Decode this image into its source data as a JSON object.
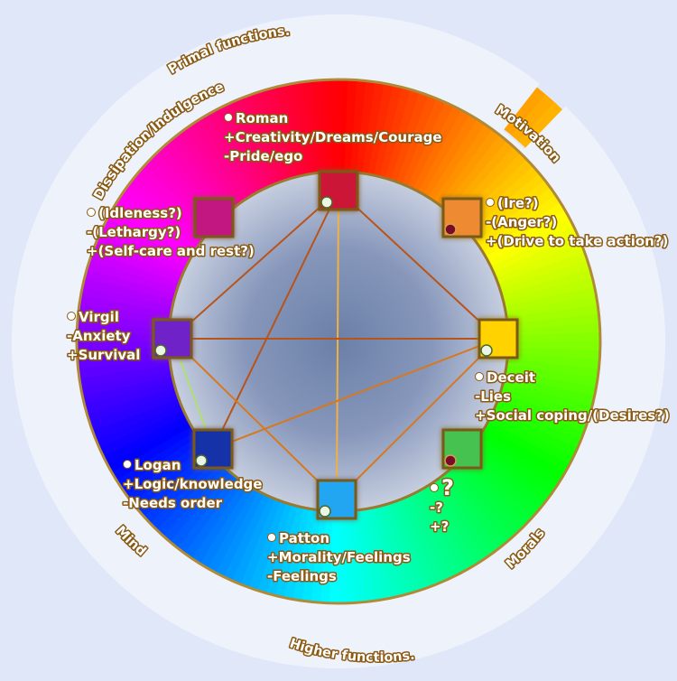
{
  "ring_labels": {
    "top": "Primal functions.",
    "top_left": "Dissipation/Indulgence",
    "top_right": "Motivation",
    "bottom_left": "Mind",
    "bottom_right": "Morals",
    "bottom": "Higher functions."
  },
  "nodes": [
    {
      "id": "roman",
      "color": "#cc1238",
      "dot": "light",
      "lines": [
        "Roman",
        "+Creativity/Dreams/Courage",
        "-Pride/ego"
      ]
    },
    {
      "id": "ire",
      "color": "#ee8a30",
      "dot": "dark",
      "lines": [
        "(Ire?)",
        "-(Anger?)",
        "+(Drive to take action?)"
      ]
    },
    {
      "id": "deceit",
      "color": "#ffd200",
      "dot": "light",
      "lines": [
        "Deceit",
        "-Lies",
        "+Social coping/(Desires?)"
      ]
    },
    {
      "id": "unknown",
      "color": "#44c250",
      "dot": "dark",
      "lines": [
        "?",
        "-?",
        "+?"
      ]
    },
    {
      "id": "patton",
      "color": "#24a6f2",
      "dot": "light",
      "lines": [
        "Patton",
        "+Morality/Feelings",
        "-Feelings"
      ]
    },
    {
      "id": "logan",
      "color": "#1632a8",
      "dot": "light",
      "lines": [
        "Logan",
        "+Logic/knowledge",
        "-Needs order"
      ]
    },
    {
      "id": "virgil",
      "color": "#6e22c8",
      "dot": "light",
      "lines": [
        "Virgil",
        "-Anxiety",
        "+Survival"
      ]
    },
    {
      "id": "idleness",
      "color": "#c21880",
      "dot": "none",
      "lines": [
        "(Idleness?)",
        "-(Lethargy?)",
        "+(Self-care and rest?)"
      ]
    }
  ],
  "connections": [
    {
      "from": "roman",
      "to": "deceit",
      "color": "#b8541a"
    },
    {
      "from": "roman",
      "to": "virgil",
      "color": "#b8541a"
    },
    {
      "from": "roman",
      "to": "logan",
      "color": "#b8541a"
    },
    {
      "from": "roman",
      "to": "patton",
      "color": "#f2b040"
    },
    {
      "from": "virgil",
      "to": "deceit",
      "color": "#b8541a"
    },
    {
      "from": "virgil",
      "to": "patton",
      "color": "#d8781e"
    },
    {
      "from": "virgil",
      "to": "logan",
      "color": "#b0e070"
    },
    {
      "from": "logan",
      "to": "deceit",
      "color": "#d8781e"
    },
    {
      "from": "patton",
      "to": "deceit",
      "color": "#d8781e"
    }
  ]
}
